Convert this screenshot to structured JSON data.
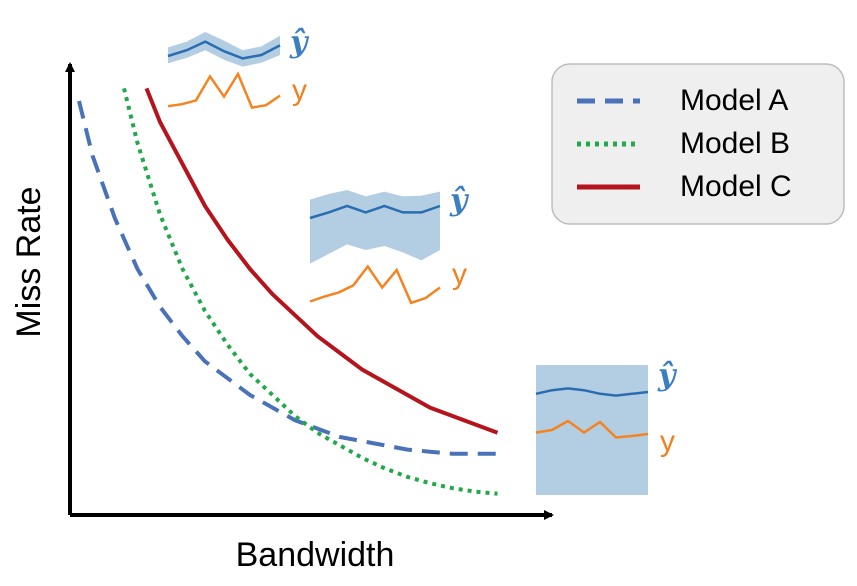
{
  "chart_data": {
    "type": "line",
    "xlabel": "Bandwidth",
    "ylabel": "Miss Rate",
    "axis_ticks": "none",
    "grid": false,
    "legend_position": "top-right",
    "series": [
      {
        "name": "Model A",
        "style": "dashed",
        "color": "#4a72b8",
        "x": [
          0.02,
          0.05,
          0.1,
          0.15,
          0.2,
          0.25,
          0.3,
          0.35,
          0.4,
          0.45,
          0.5,
          0.55,
          0.6,
          0.65,
          0.7,
          0.75,
          0.8,
          0.85,
          0.9,
          0.95
        ],
        "y": [
          0.95,
          0.82,
          0.67,
          0.55,
          0.46,
          0.39,
          0.33,
          0.29,
          0.25,
          0.22,
          0.19,
          0.17,
          0.15,
          0.14,
          0.13,
          0.12,
          0.115,
          0.11,
          0.11,
          0.11
        ]
      },
      {
        "name": "Model B",
        "style": "dotted",
        "color": "#22a84a",
        "x": [
          0.12,
          0.15,
          0.2,
          0.25,
          0.3,
          0.35,
          0.4,
          0.45,
          0.5,
          0.55,
          0.6,
          0.65,
          0.7,
          0.75,
          0.8,
          0.85,
          0.9,
          0.95
        ],
        "y": [
          0.98,
          0.85,
          0.68,
          0.55,
          0.45,
          0.37,
          0.3,
          0.25,
          0.2,
          0.16,
          0.13,
          0.1,
          0.075,
          0.055,
          0.04,
          0.028,
          0.02,
          0.015
        ]
      },
      {
        "name": "Model C",
        "style": "solid",
        "color": "#b5141c",
        "x": [
          0.17,
          0.2,
          0.25,
          0.3,
          0.35,
          0.4,
          0.45,
          0.5,
          0.55,
          0.6,
          0.65,
          0.7,
          0.75,
          0.8,
          0.85,
          0.9,
          0.95
        ],
        "y": [
          0.98,
          0.9,
          0.8,
          0.7,
          0.62,
          0.55,
          0.49,
          0.44,
          0.39,
          0.35,
          0.31,
          0.28,
          0.25,
          0.22,
          0.2,
          0.18,
          0.16
        ]
      }
    ],
    "insets": [
      {
        "position": "top-left",
        "labels": [
          "ŷ",
          "y"
        ],
        "prediction": [
          0.5,
          0.62,
          0.8,
          0.6,
          0.45,
          0.52,
          0.72
        ],
        "band_upper": [
          0.68,
          0.8,
          1.0,
          0.82,
          0.62,
          0.7,
          0.92
        ],
        "band_lower": [
          0.35,
          0.46,
          0.62,
          0.42,
          0.28,
          0.36,
          0.52
        ],
        "actual": [
          0.08,
          0.12,
          0.2,
          0.7,
          0.28,
          0.75,
          0.05,
          0.1,
          0.3
        ]
      },
      {
        "position": "middle",
        "labels": [
          "ŷ",
          "y"
        ],
        "prediction": [
          0.65,
          0.72,
          0.8,
          0.72,
          0.8,
          0.72,
          0.72,
          0.8
        ],
        "band_upper": [
          0.88,
          0.95,
          1.0,
          0.92,
          0.98,
          0.92,
          0.93,
          0.98
        ],
        "band_lower": [
          0.08,
          0.2,
          0.32,
          0.25,
          0.3,
          0.22,
          0.12,
          0.25
        ],
        "actual": [
          0.05,
          0.12,
          0.18,
          0.28,
          0.55,
          0.25,
          0.5,
          0.03,
          0.1,
          0.25
        ]
      },
      {
        "position": "bottom-right",
        "labels": [
          "ŷ",
          "y"
        ],
        "prediction": [
          0.68,
          0.72,
          0.74,
          0.72,
          0.68,
          0.66,
          0.68,
          0.7
        ],
        "band_upper": [
          1.0,
          1.0,
          1.0,
          1.0,
          1.0,
          1.0,
          1.0,
          1.0
        ],
        "band_lower": [
          0.0,
          0.0,
          0.0,
          0.0,
          0.0,
          0.0,
          0.0,
          0.0
        ],
        "actual": [
          0.45,
          0.5,
          0.68,
          0.45,
          0.66,
          0.35,
          0.38,
          0.42
        ]
      }
    ]
  },
  "colors": {
    "axis": "#000000",
    "inset_band": "#b3cde3",
    "inset_prediction": "#2a6db0",
    "inset_actual": "#f58420",
    "label_yhat": "#3c7fc0",
    "label_y": "#f08020",
    "legend_background": "#efefef"
  }
}
